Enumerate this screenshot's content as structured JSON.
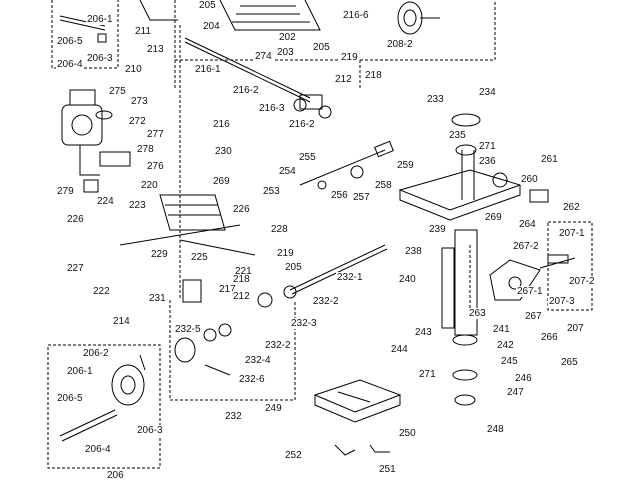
{
  "diagram": {
    "part_labels": [
      "206-1",
      "206-5",
      "206-3",
      "206-4",
      "211",
      "210",
      "213",
      "205",
      "204",
      "274",
      "203",
      "202",
      "216-6",
      "208-2",
      "205",
      "219",
      "212",
      "218",
      "216-1",
      "216-2",
      "216-3",
      "216-2",
      "216",
      "275",
      "273",
      "272",
      "277",
      "278",
      "276",
      "279",
      "233",
      "234",
      "235",
      "271",
      "236",
      "230",
      "269",
      "220",
      "224",
      "223",
      "226",
      "226",
      "225",
      "227",
      "222",
      "229",
      "228",
      "221",
      "255",
      "254",
      "253",
      "256",
      "257",
      "258",
      "259",
      "238",
      "261",
      "260",
      "262",
      "239",
      "264",
      "207-1",
      "267-2",
      "207-2",
      "207-3",
      "207",
      "240",
      "263",
      "267-1",
      "267",
      "219",
      "205",
      "232-1",
      "231",
      "232-2",
      "232-3",
      "218",
      "217",
      "212",
      "214",
      "232-5",
      "232-2",
      "232-4",
      "232-6",
      "232",
      "206-2",
      "206-1",
      "206-5",
      "206-3",
      "206-4",
      "206",
      "243",
      "244",
      "241",
      "242",
      "245",
      "246",
      "247",
      "266",
      "265",
      "271",
      "249",
      "248",
      "250",
      "252",
      "251",
      "269",
      "210"
    ]
  }
}
